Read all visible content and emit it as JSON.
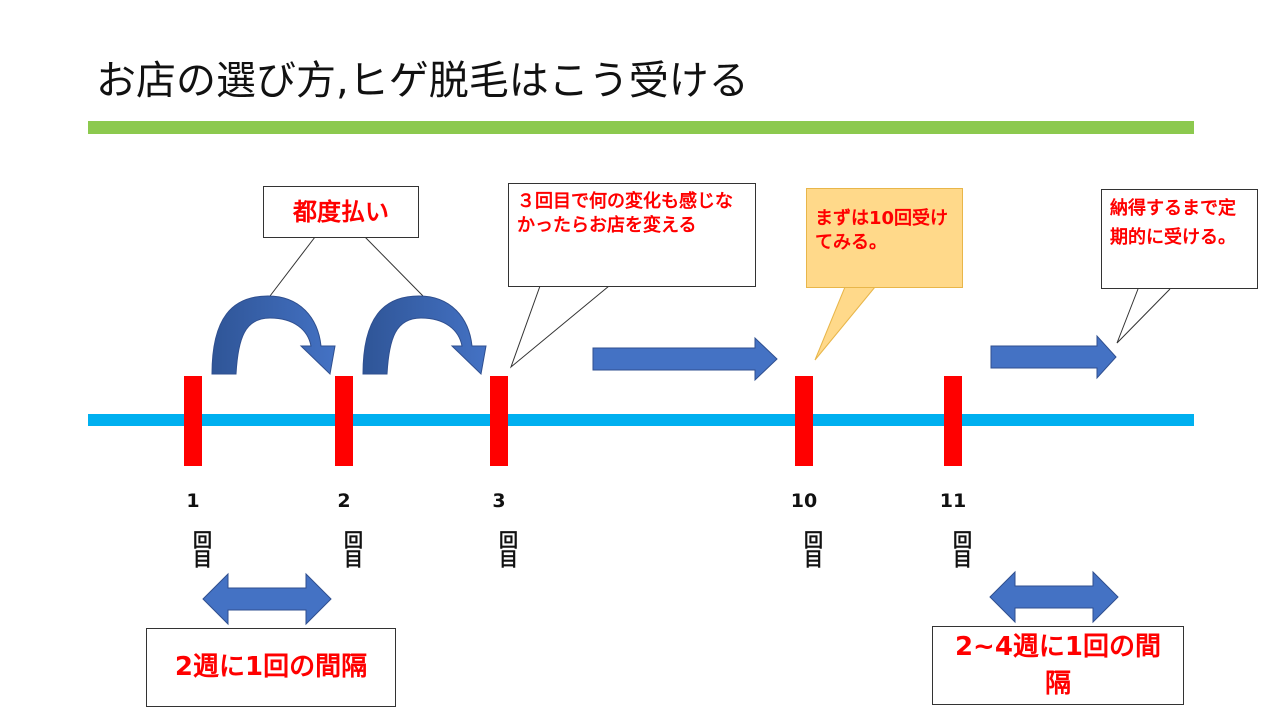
{
  "title": "お店の選び方,ヒゲ脱毛はこう受ける",
  "colors": {
    "title_rule": "#8cc94e",
    "timeline": "#00b0f0",
    "tick": "#ff0000",
    "arrow_fill": "#4472c4",
    "callout_yellow": "#ffd98a",
    "label_red": "#ff0000"
  },
  "marks": [
    {
      "num": "1",
      "kanji": "回目"
    },
    {
      "num": "2",
      "kanji": "回目"
    },
    {
      "num": "3",
      "kanji": "回目"
    },
    {
      "num": "10",
      "kanji": "回目"
    },
    {
      "num": "11",
      "kanji": "回目"
    }
  ],
  "labels": {
    "pay_each": "都度払い",
    "callout_change_shop": "３回目で何の変化も感じなかったらお店を変える",
    "callout_try_ten": "まずは10回受けてみる。",
    "callout_regular": "納得するまで定期的に受ける。",
    "interval_two_weeks": "2週に1回の間隔",
    "interval_two_four_weeks": "2~4週に1回の間隔"
  }
}
